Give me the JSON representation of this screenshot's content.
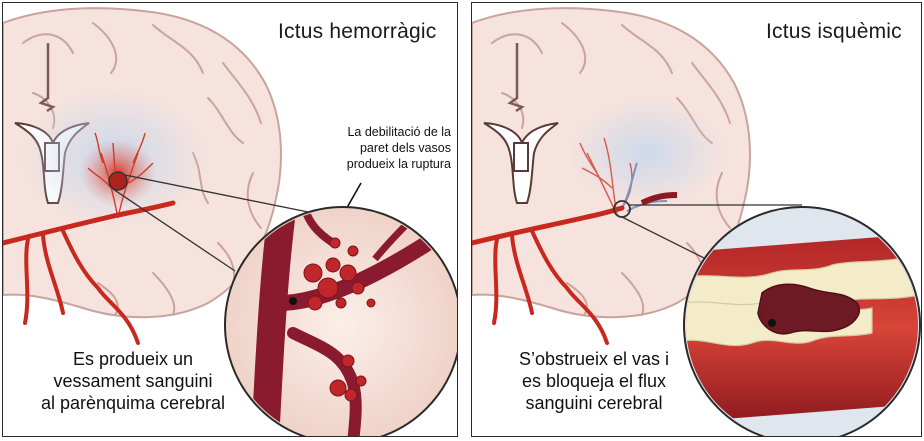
{
  "left_panel": {
    "title": "Ictus hemorràgic",
    "annotation": [
      "La debilitació de la",
      "paret dels vasos",
      "produeix la ruptura"
    ],
    "caption": [
      "Es produeix un",
      "vessament sanguini",
      "al parènquima cerebral"
    ]
  },
  "right_panel": {
    "title": "Ictus isquèmic",
    "caption": [
      "S’obstrueix el vas i",
      "es bloqueja el flux",
      "sanguini cerebral"
    ]
  },
  "colors": {
    "brain_tissue": "#f6e3de",
    "brain_outline": "#c9a39c",
    "ventricle_blue": "#cfdcec",
    "artery_red": "#c8281e",
    "blood_dark": "#8a1a1e",
    "plaque_cream": "#f4ecc9"
  }
}
